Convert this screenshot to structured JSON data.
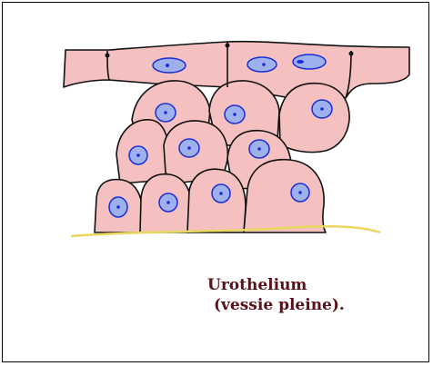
{
  "caption": {
    "line1": "Urothelium",
    "line2": "(vessie pleine)."
  },
  "colors": {
    "cell_fill": "#f4c0c0",
    "nucleus_fill": "#9fb0ee",
    "nucleus_stroke": "#1a2dd6",
    "basement_membrane": "#e8d860",
    "caption": "#5a1018"
  },
  "structures": [
    "umbrella-cell-layer",
    "intermediate-cells",
    "basal-cells",
    "basement-membrane"
  ]
}
